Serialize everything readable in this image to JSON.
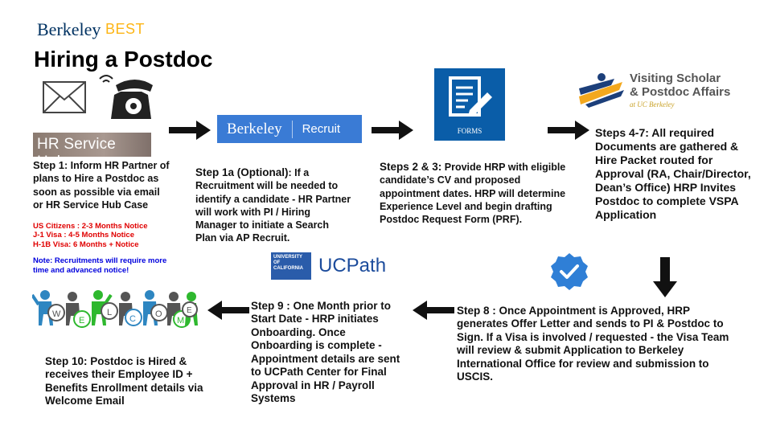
{
  "header": {
    "brand": "Berkeley",
    "brand_accent": "BEST",
    "title": "Hiring a Postdoc"
  },
  "icons": {
    "envelope": "envelope-icon",
    "phone": "phone-icon",
    "forms": "forms-icon",
    "vspa_logo": "vspa-logo-icon",
    "checkmark": "checkmark-badge-icon",
    "welcome": "welcome-people-icon",
    "arrow": "arrow-icon"
  },
  "logos": {
    "hr_service_hub": "HR Service Hub",
    "recruit_left": "Berkeley",
    "recruit_right": "Recruit",
    "forms_label": "FORMS",
    "vspa_line1": "Visiting Scholar",
    "vspa_line2": "& Postdoc Affairs",
    "vspa_sub": "at UC Berkeley",
    "uc_box_line1": "UNIVERSITY",
    "uc_box_line2": "OF",
    "uc_box_line3": "CALIFORNIA",
    "ucpath": "UCPath"
  },
  "steps": {
    "step1": {
      "lead": "Step 1",
      "text": ": Inform HR Partner of plans to Hire a Postdoc as soon as possible via email or HR Service Hub Case"
    },
    "notice": {
      "us": "US Citizens : 2-3 Months Notice",
      "j1": "J-1 Visa : 4-5 Months Notice",
      "h1b": "H-1B Visa: 6 Months + Notice",
      "note": "Note: Recruitments will require more time and advanced notice!"
    },
    "step1a": {
      "lead": "Step 1a (Optional)",
      "text": ": If a Recruitment will be needed to identify a candidate - HR Partner will work with PI / Hiring Manager to initiate a Search Plan via AP Recruit."
    },
    "step2_3": {
      "lead": "Steps 2 & 3:",
      "text": " Provide HRP with eligible candidate’s CV and proposed appointment dates. HRP will determine Experience Level and begin drafting Postdoc Request Form (PRF)."
    },
    "step4_7": {
      "text": "Steps 4-7:  All required Documents are gathered & Hire Packet routed for Approval (RA, Chair/Director, Dean’s Office) HRP Invites Postdoc to complete VSPA Application"
    },
    "step8": {
      "text": "Step 8 : Once Appointment is Approved, HRP generates Offer Letter and sends to PI & Postdoc to Sign. If a Visa is involved / requested -  the Visa Team will review & submit Application to Berkeley International Office for review and submission to USCIS."
    },
    "step9": {
      "text": "Step 9 : One Month prior to Start Date - HRP initiates Onboarding. Once Onboarding is complete - Appointment details are sent to UCPath Center for Final Approval in HR / Payroll Systems"
    },
    "step10": {
      "text": "Step 10: Postdoc is Hired & receives their Employee ID + Benefits Enrollment details via Welcome Email"
    }
  },
  "colors": {
    "brand_blue": "#003262",
    "brand_gold": "#FDB515",
    "recruit_blue": "#3a7bd5",
    "forms_blue": "#0a5da8",
    "check_blue": "#2f7fd6",
    "notice_red": "#e00000",
    "notice_blue": "#0000dd"
  }
}
